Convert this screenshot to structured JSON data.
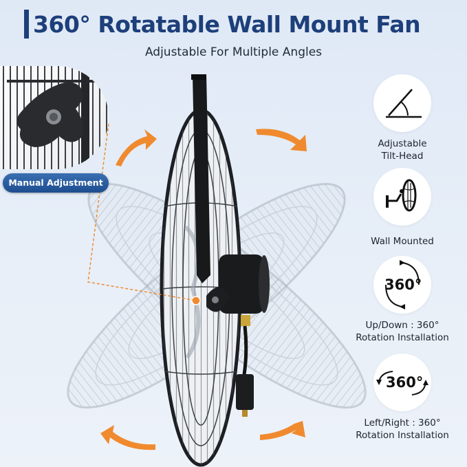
{
  "header": {
    "title": "360° Rotatable Wall Mount Fan",
    "subtitle": "Adjustable For Multiple Angles"
  },
  "inset": {
    "badge": "Manual Adjustment"
  },
  "features": [
    {
      "icon": "tilt-angle-icon",
      "line1": "Adjustable",
      "line2": "Tilt-Head"
    },
    {
      "icon": "wall-fan-icon",
      "line1": "Wall Mounted",
      "line2": ""
    },
    {
      "icon": "rotate-vertical-icon",
      "icon_text": "360°",
      "line1": "Up/Down : 360°",
      "line2": "Rotation Installation"
    },
    {
      "icon": "rotate-horizontal-icon",
      "icon_text": "360°",
      "line1": "Left/Right : 360°",
      "line2": "Rotation Installation"
    }
  ],
  "colors": {
    "brand": "#1d3f7a",
    "arrow": "#f08a2e",
    "badge": "#2a5da0"
  }
}
